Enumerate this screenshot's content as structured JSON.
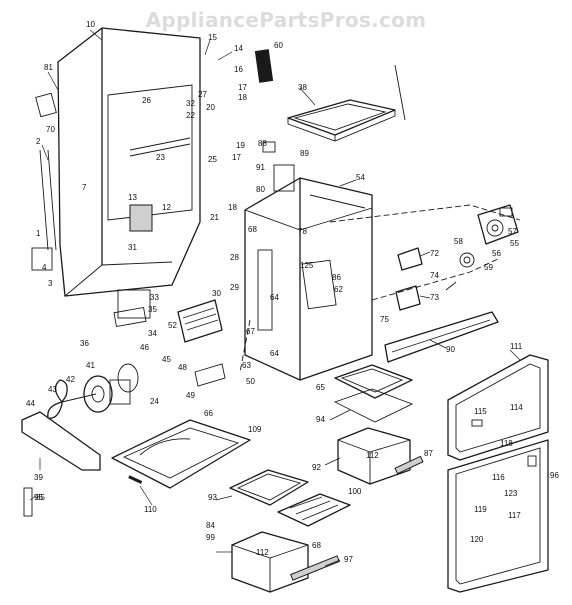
{
  "watermark": "AppliancePartsPros.com",
  "callouts": [
    {
      "id": "c10",
      "text": "10"
    },
    {
      "id": "c15",
      "text": "15"
    },
    {
      "id": "c14",
      "text": "14"
    },
    {
      "id": "c60",
      "text": "60"
    },
    {
      "id": "c81",
      "text": "81"
    },
    {
      "id": "c70",
      "text": "70"
    },
    {
      "id": "c2",
      "text": "2"
    },
    {
      "id": "c26",
      "text": "26"
    },
    {
      "id": "c32",
      "text": "32"
    },
    {
      "id": "c27",
      "text": "27"
    },
    {
      "id": "c22",
      "text": "22"
    },
    {
      "id": "c23",
      "text": "23"
    },
    {
      "id": "c16",
      "text": "16"
    },
    {
      "id": "c17a",
      "text": "17"
    },
    {
      "id": "c18a",
      "text": "18"
    },
    {
      "id": "c20",
      "text": "20"
    },
    {
      "id": "c19",
      "text": "19"
    },
    {
      "id": "c17b",
      "text": "17"
    },
    {
      "id": "c25",
      "text": "25"
    },
    {
      "id": "c38",
      "text": "38"
    },
    {
      "id": "c88",
      "text": "88"
    },
    {
      "id": "c89",
      "text": "89"
    },
    {
      "id": "c91",
      "text": "91"
    },
    {
      "id": "c80",
      "text": "80"
    },
    {
      "id": "c54",
      "text": "54"
    },
    {
      "id": "c13",
      "text": "13"
    },
    {
      "id": "c12",
      "text": "12"
    },
    {
      "id": "c21",
      "text": "21"
    },
    {
      "id": "c18b",
      "text": "18"
    },
    {
      "id": "c68",
      "text": "68"
    },
    {
      "id": "c78",
      "text": "78"
    },
    {
      "id": "c125",
      "text": "125"
    },
    {
      "id": "c86",
      "text": "86"
    },
    {
      "id": "c62",
      "text": "62"
    },
    {
      "id": "c57",
      "text": "57"
    },
    {
      "id": "c58",
      "text": "58"
    },
    {
      "id": "c55",
      "text": "55"
    },
    {
      "id": "c56",
      "text": "56"
    },
    {
      "id": "c72",
      "text": "72"
    },
    {
      "id": "c74",
      "text": "74"
    },
    {
      "id": "c59",
      "text": "59"
    },
    {
      "id": "c73",
      "text": "73"
    },
    {
      "id": "c75",
      "text": "75"
    },
    {
      "id": "c90",
      "text": "90"
    },
    {
      "id": "c7",
      "text": "7"
    },
    {
      "id": "c1",
      "text": "1"
    },
    {
      "id": "c4",
      "text": "4"
    },
    {
      "id": "c3",
      "text": "3"
    },
    {
      "id": "c31",
      "text": "31"
    },
    {
      "id": "c33",
      "text": "33"
    },
    {
      "id": "c35",
      "text": "35"
    },
    {
      "id": "c34",
      "text": "34"
    },
    {
      "id": "c52",
      "text": "52"
    },
    {
      "id": "c28",
      "text": "28"
    },
    {
      "id": "c30",
      "text": "30"
    },
    {
      "id": "c29",
      "text": "29"
    },
    {
      "id": "c64a",
      "text": "64"
    },
    {
      "id": "c67",
      "text": "67"
    },
    {
      "id": "c64b",
      "text": "64"
    },
    {
      "id": "c63",
      "text": "63"
    },
    {
      "id": "c50",
      "text": "50"
    },
    {
      "id": "c36",
      "text": "36"
    },
    {
      "id": "c48",
      "text": "48"
    },
    {
      "id": "c45",
      "text": "45"
    },
    {
      "id": "c46",
      "text": "46"
    },
    {
      "id": "c41",
      "text": "41"
    },
    {
      "id": "c42",
      "text": "42"
    },
    {
      "id": "c43",
      "text": "43"
    },
    {
      "id": "c44",
      "text": "44"
    },
    {
      "id": "c24",
      "text": "24"
    },
    {
      "id": "c49",
      "text": "49"
    },
    {
      "id": "c66",
      "text": "66"
    },
    {
      "id": "c39",
      "text": "39"
    },
    {
      "id": "c95",
      "text": "95"
    },
    {
      "id": "c109",
      "text": "109"
    },
    {
      "id": "c110",
      "text": "110"
    },
    {
      "id": "c65",
      "text": "65"
    },
    {
      "id": "c94",
      "text": "94"
    },
    {
      "id": "c111",
      "text": "111"
    },
    {
      "id": "c115",
      "text": "115"
    },
    {
      "id": "c114",
      "text": "114"
    },
    {
      "id": "c112a",
      "text": "112"
    },
    {
      "id": "c92",
      "text": "92"
    },
    {
      "id": "c87",
      "text": "87"
    },
    {
      "id": "c118",
      "text": "118"
    },
    {
      "id": "c96",
      "text": "96"
    },
    {
      "id": "c116",
      "text": "116"
    },
    {
      "id": "c123",
      "text": "123"
    },
    {
      "id": "c93",
      "text": "93"
    },
    {
      "id": "c100",
      "text": "100"
    },
    {
      "id": "c84",
      "text": "84"
    },
    {
      "id": "c99",
      "text": "99"
    },
    {
      "id": "c119",
      "text": "119"
    },
    {
      "id": "c117",
      "text": "117"
    },
    {
      "id": "c112b",
      "text": "112"
    },
    {
      "id": "c68b",
      "text": "68"
    },
    {
      "id": "c120",
      "text": "120"
    },
    {
      "id": "c97",
      "text": "97"
    },
    {
      "id": "c85",
      "text": "85"
    }
  ]
}
